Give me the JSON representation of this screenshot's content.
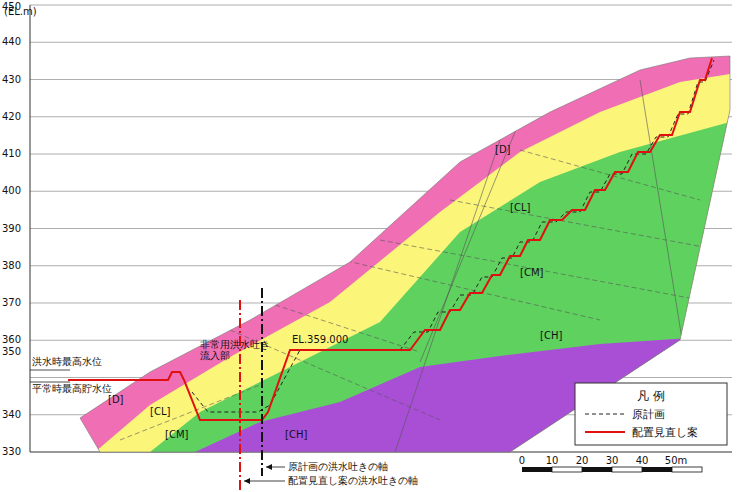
{
  "diagram": {
    "labels": [
      "(EL.m)",
      "450",
      "440",
      "430",
      "420",
      "410",
      "400",
      "390",
      "380",
      "370",
      "360",
      "350",
      "340",
      "330",
      "[D]",
      "[CL]",
      "[CM]",
      "[CH]",
      "[D]",
      "[CL]",
      "[CM]",
      "[CH]",
      "EL.359.000",
      "洪水時最高水位",
      "平常時最高貯水位",
      "非常用洪水吐き 流入部",
      "原計画の洪水吐きの軸",
      "配置見直し案の洪水吐きの軸",
      "凡 例",
      "0",
      "10",
      "20",
      "30",
      "40",
      "50m"
    ],
    "legend": [
      {
        "text": "原計画"
      },
      {
        "text": "配置見直し案"
      }
    ]
  }
}
